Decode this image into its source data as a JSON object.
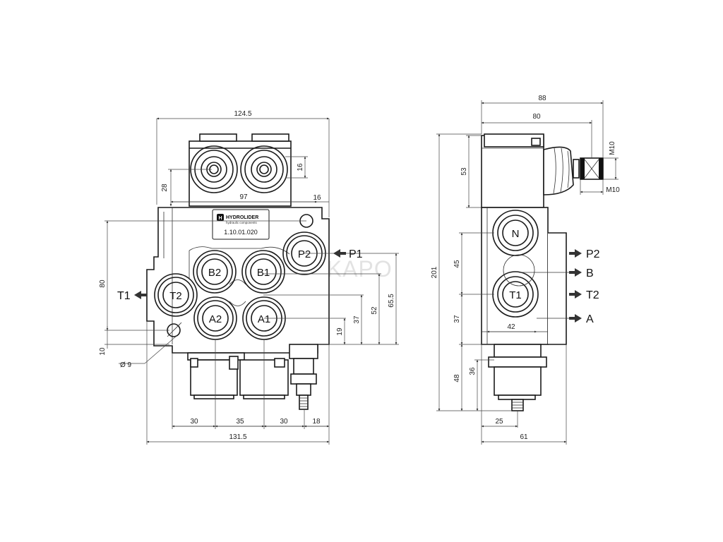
{
  "watermark": "HYDRAULIKAPO",
  "label_plate": {
    "brand": "HYDROLIDER",
    "tagline": "hydraulic components",
    "part_number": "1.10.01.020"
  },
  "front_view": {
    "port_labels": {
      "p2": "P2",
      "b2": "B2",
      "b1": "B1",
      "t2": "T2",
      "a2": "A2",
      "a1": "A1"
    },
    "external_labels": {
      "p1": "P1",
      "t1": "T1"
    },
    "dimensions": {
      "top_width": "124.5",
      "bottom_width": "131.5",
      "inner_width": "97",
      "right_offset": "16",
      "spool_height": "28",
      "spool_pitch": "16",
      "body_height": "80",
      "bottom_offset": "10",
      "hole_diameter": "Ø 9",
      "h19": "19",
      "h37": "37",
      "h52": "52",
      "h65": "65.5",
      "b30a": "30",
      "b35": "35",
      "b30b": "30",
      "b18": "18"
    }
  },
  "side_view": {
    "port_labels": {
      "n": "N",
      "t1": "T1"
    },
    "external_labels": {
      "p2": "P2",
      "b": "B",
      "t2": "T2",
      "a": "A"
    },
    "dimensions": {
      "w88": "88",
      "w80": "80",
      "total_height": "201",
      "h53": "53",
      "h45": "45",
      "h37": "37",
      "h48": "48",
      "h36": "36",
      "w42": "42",
      "w25": "25",
      "w61": "61",
      "m10_vertical": "M10",
      "m10_horizontal": "M10"
    }
  }
}
